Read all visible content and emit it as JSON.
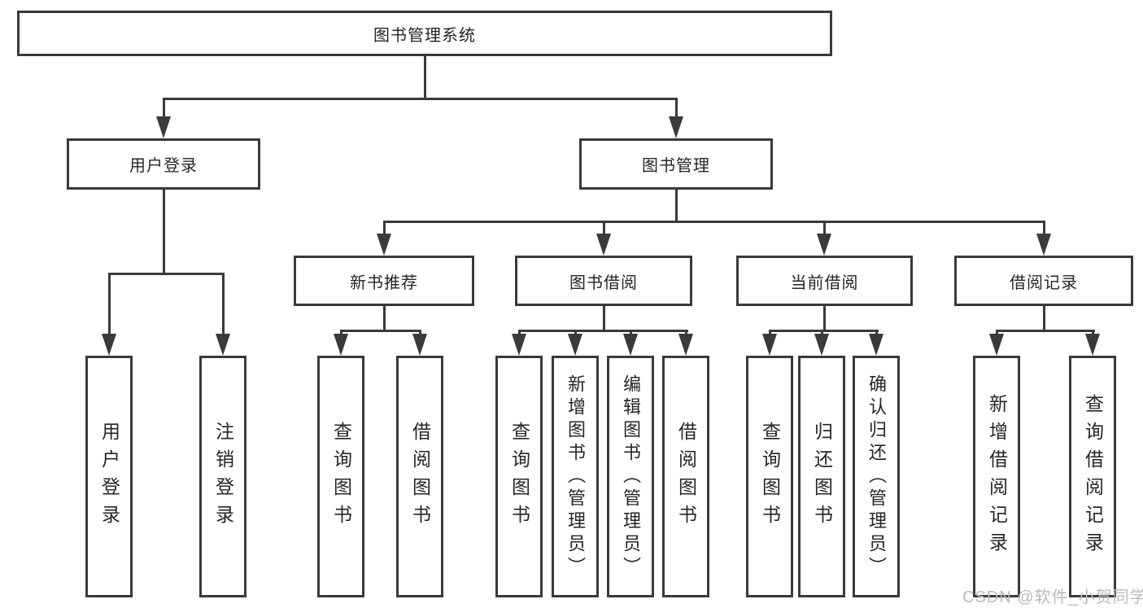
{
  "diagram": {
    "root": {
      "label": "图书管理系统"
    },
    "branches": [
      {
        "label": "用户登录",
        "children": [
          {
            "label": "用户登录"
          },
          {
            "label": "注销登录"
          }
        ]
      },
      {
        "label": "图书管理",
        "children": [
          {
            "label": "新书推荐",
            "children": [
              {
                "label": "查询图书"
              },
              {
                "label": "借阅图书"
              }
            ]
          },
          {
            "label": "图书借阅",
            "children": [
              {
                "label": "查询图书"
              },
              {
                "label": "新增图书（管理员）"
              },
              {
                "label": "编辑图书（管理员）"
              },
              {
                "label": "借阅图书"
              }
            ]
          },
          {
            "label": "当前借阅",
            "children": [
              {
                "label": "查询图书"
              },
              {
                "label": "归还图书"
              },
              {
                "label": "确认归还（管理员）"
              }
            ]
          },
          {
            "label": "借阅记录",
            "children": [
              {
                "label": "新增借阅记录"
              },
              {
                "label": "查询借阅记录"
              }
            ]
          }
        ]
      }
    ]
  },
  "watermark": {
    "text": "CSDN @软件_小贺同学"
  },
  "colors": {
    "line": "#3a3a3a",
    "text": "#262626",
    "watermark": "#bfb8b8",
    "background": "#ffffff"
  }
}
